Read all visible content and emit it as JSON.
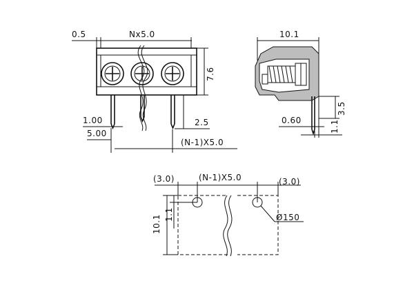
{
  "front_view": {
    "dims": {
      "edge_offset": "0.5",
      "total_pitch": "Nx5.0",
      "height": "7.6",
      "pin_width": "1.00",
      "pin_spacing": "5.00",
      "pin_length": "2.5",
      "pitch_n1": "(N-1)X5.0"
    }
  },
  "side_view": {
    "dims": {
      "depth": "10.1",
      "pin_height": "3.5",
      "pin_thickness": "0.60",
      "pin_offset": "1.1"
    }
  },
  "pcb_layout": {
    "dims": {
      "left_margin": "(3.0)",
      "pitch": "(N-1)X5.0",
      "right_margin": "(3.0)",
      "height": "10.1",
      "hole_offset": "1.1",
      "hole_diameter": "Ø150"
    }
  }
}
